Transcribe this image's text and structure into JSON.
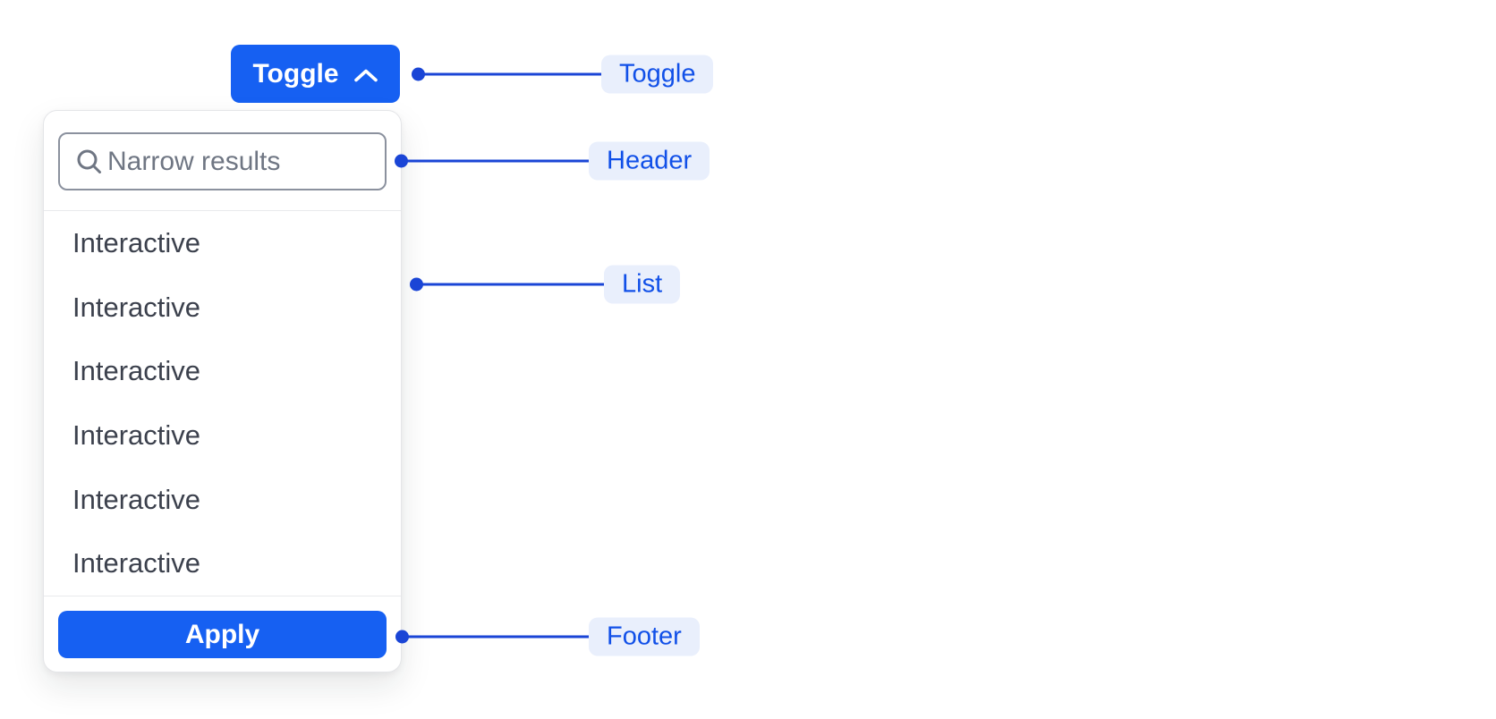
{
  "dropdown": {
    "toggle": {
      "label": "Toggle",
      "chevron_direction": "up"
    },
    "header": {
      "search_placeholder": "Narrow results",
      "search_value": "",
      "search_icon": "magnifying-glass"
    },
    "list": {
      "items": [
        "Interactive",
        "Interactive",
        "Interactive",
        "Interactive",
        "Interactive",
        "Interactive"
      ]
    },
    "footer": {
      "apply_label": "Apply"
    }
  },
  "annotations": {
    "toggle": {
      "label": "Toggle"
    },
    "header": {
      "label": "Header"
    },
    "list": {
      "label": "List"
    },
    "footer": {
      "label": "Footer"
    }
  },
  "colors": {
    "primary_blue": "#1660f2",
    "annotation_blue": "#1a45d6",
    "annotation_pill_bg": "#e9effc",
    "annotation_pill_text": "#1150e8",
    "panel_border": "#e4e5e8",
    "input_border": "#8b919e",
    "item_text": "#3c414d",
    "placeholder_text": "#6f7683"
  }
}
